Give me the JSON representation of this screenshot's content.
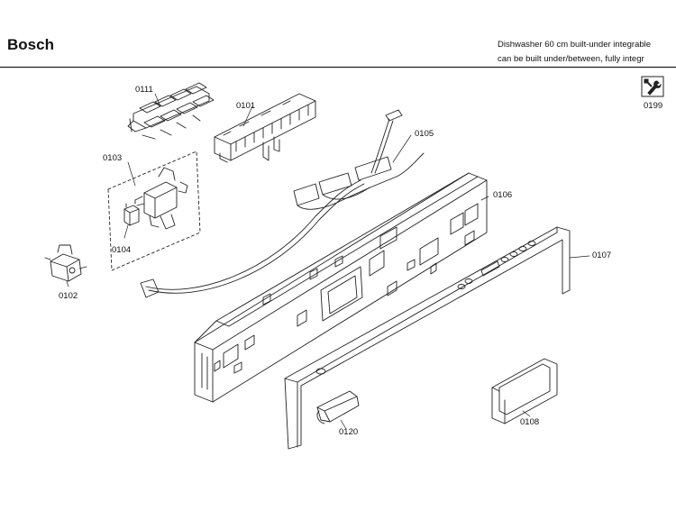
{
  "header": {
    "brand": "Bosch",
    "description_line1": "Dishwasher 60 cm built-under integrable",
    "description_line2": "can be built under/between, fully integr"
  },
  "part_labels": {
    "p0111": "0111",
    "p0101": "0101",
    "p0103": "0103",
    "p0104": "0104",
    "p0105": "0105",
    "p0106": "0106",
    "p0107": "0107",
    "p0102": "0102",
    "p0120": "0120",
    "p0108": "0108",
    "p0199": "0199"
  },
  "icons": {
    "tool": "wrench-tool-icon"
  }
}
